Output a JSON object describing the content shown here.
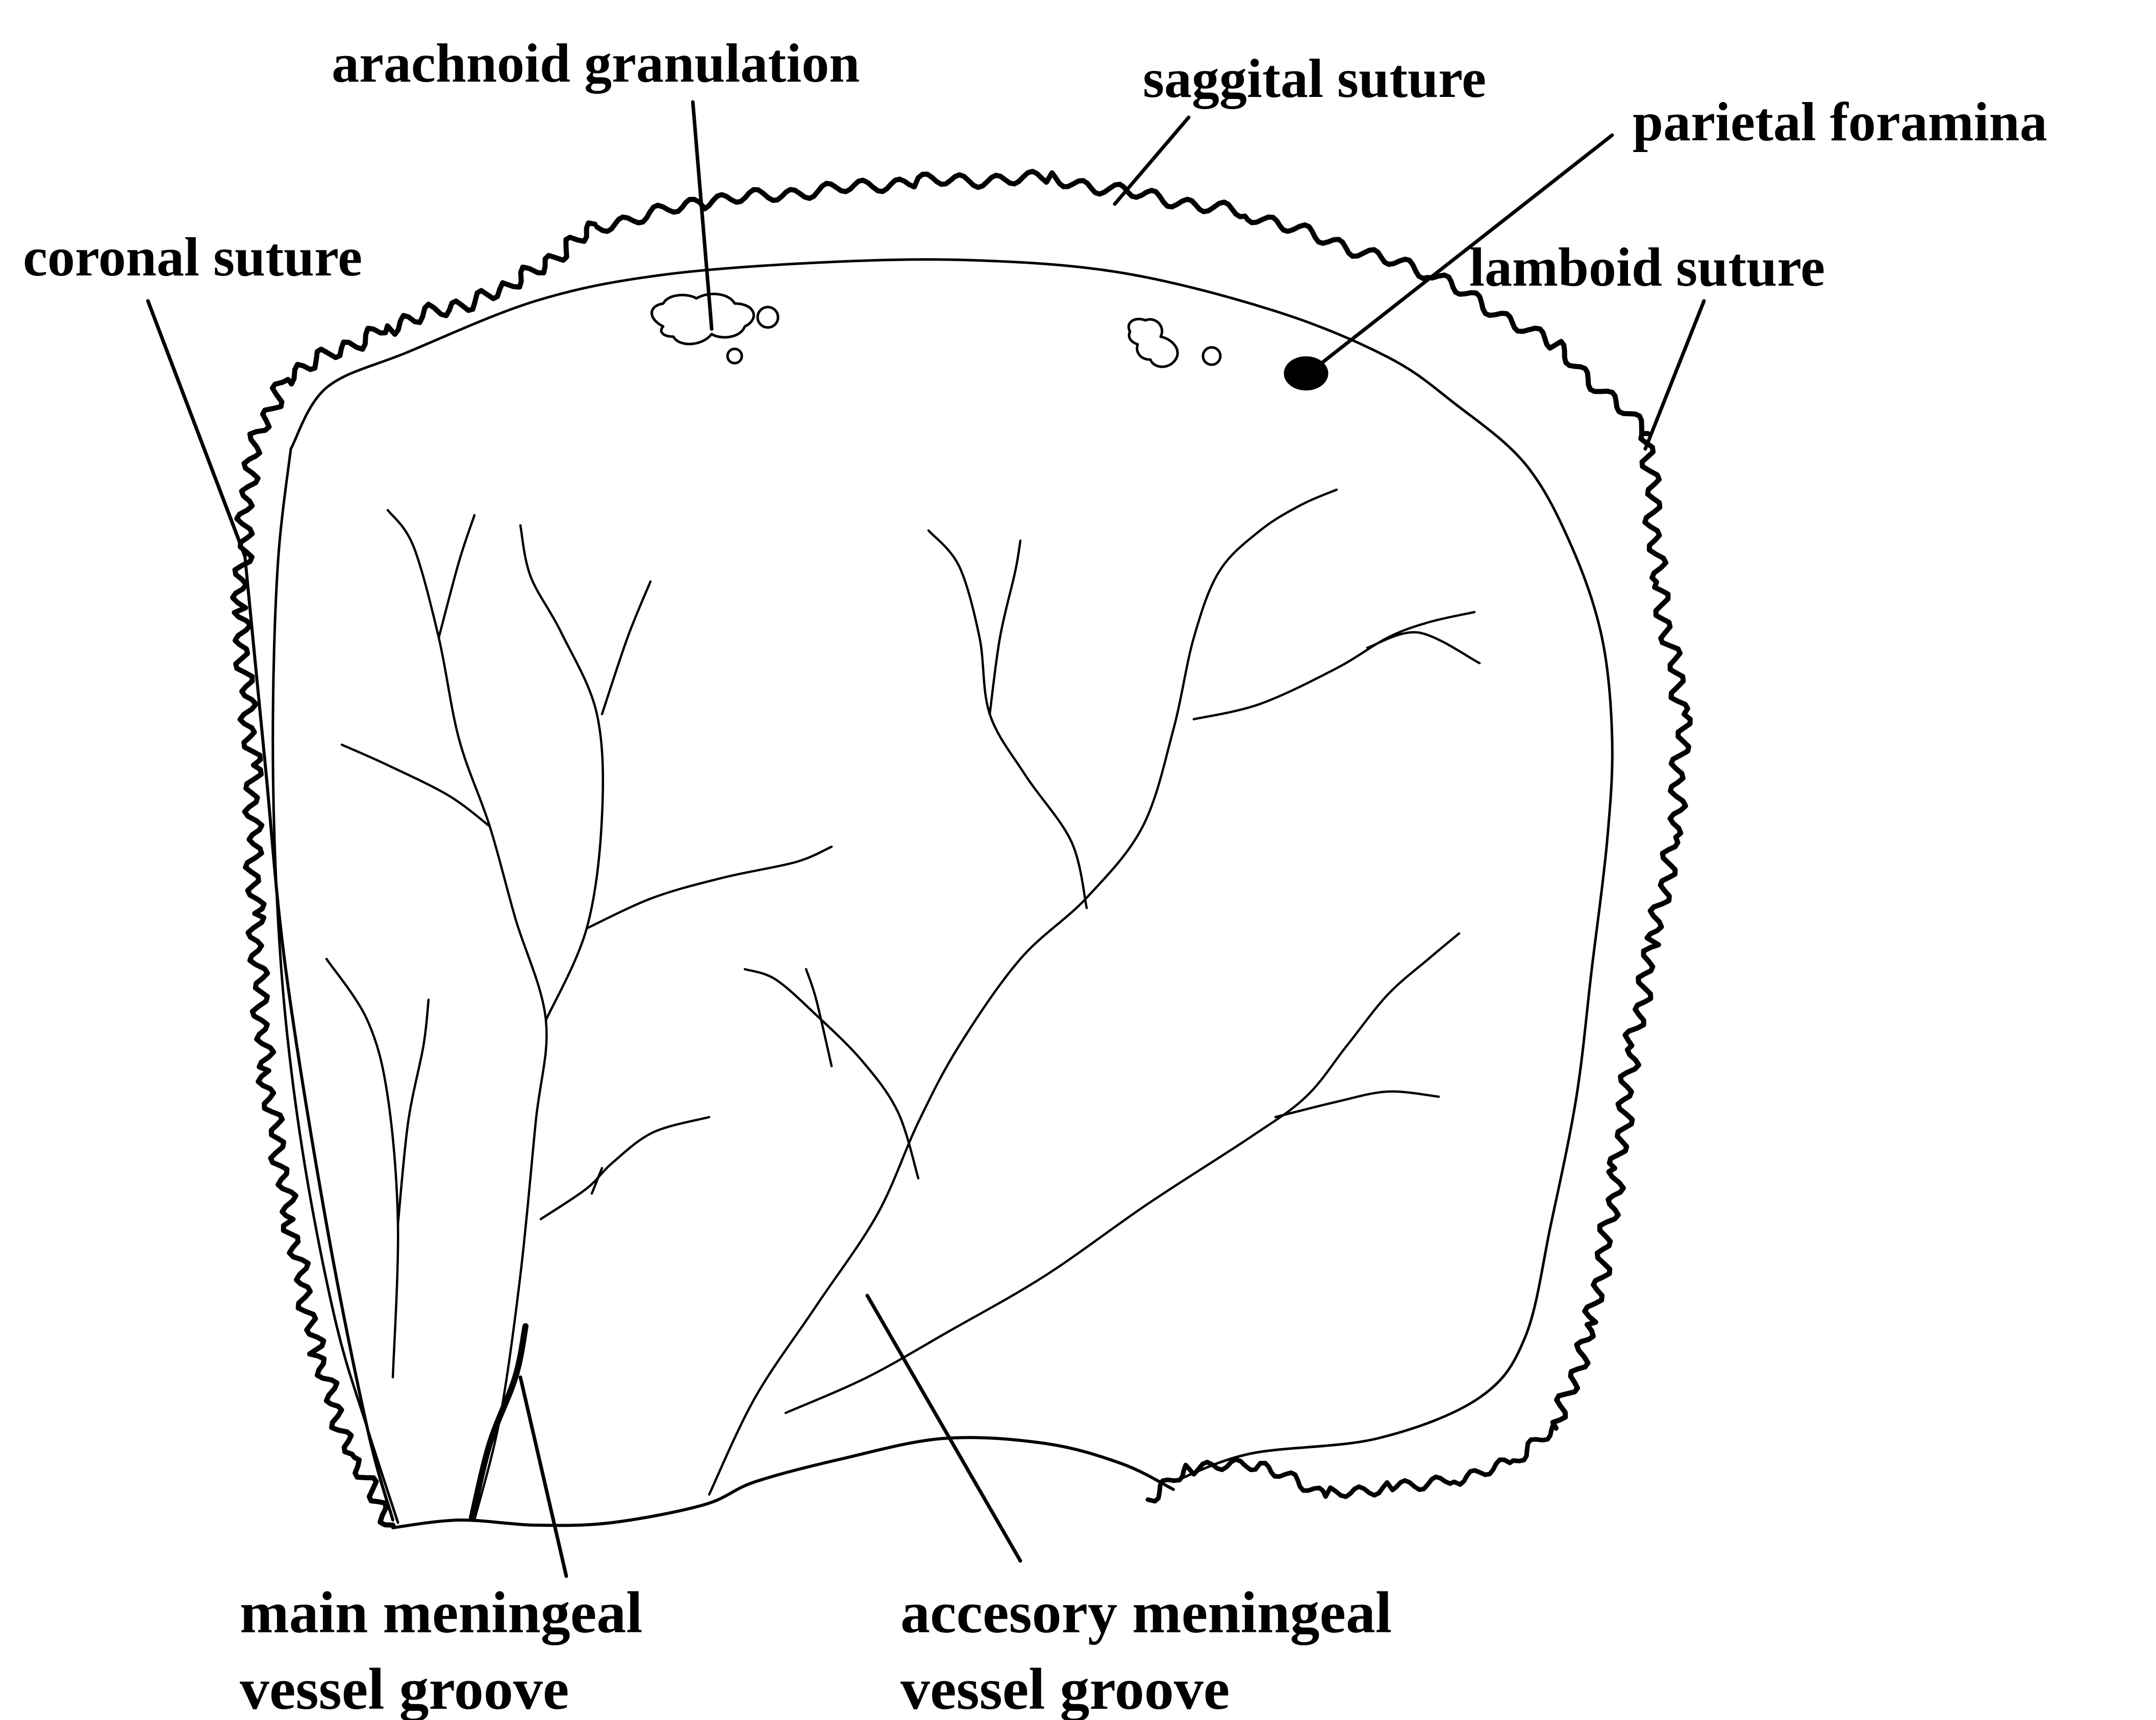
{
  "labels": {
    "arachnoid_granulation": "arachnoid granulation",
    "saggital_suture": "saggital suture",
    "parietal_foramina": "parietal foramina",
    "coronal_suture": "coronal suture",
    "lamboid_suture": "lamboid suture",
    "main_meningeal_line1": "main meningeal",
    "main_meningeal_line2": "vessel groove",
    "accesory_meningeal_line1": "accesory meningeal",
    "accesory_meningeal_line2": "vessel groove"
  },
  "colors": {
    "ink": "#000000",
    "background": "#ffffff"
  }
}
